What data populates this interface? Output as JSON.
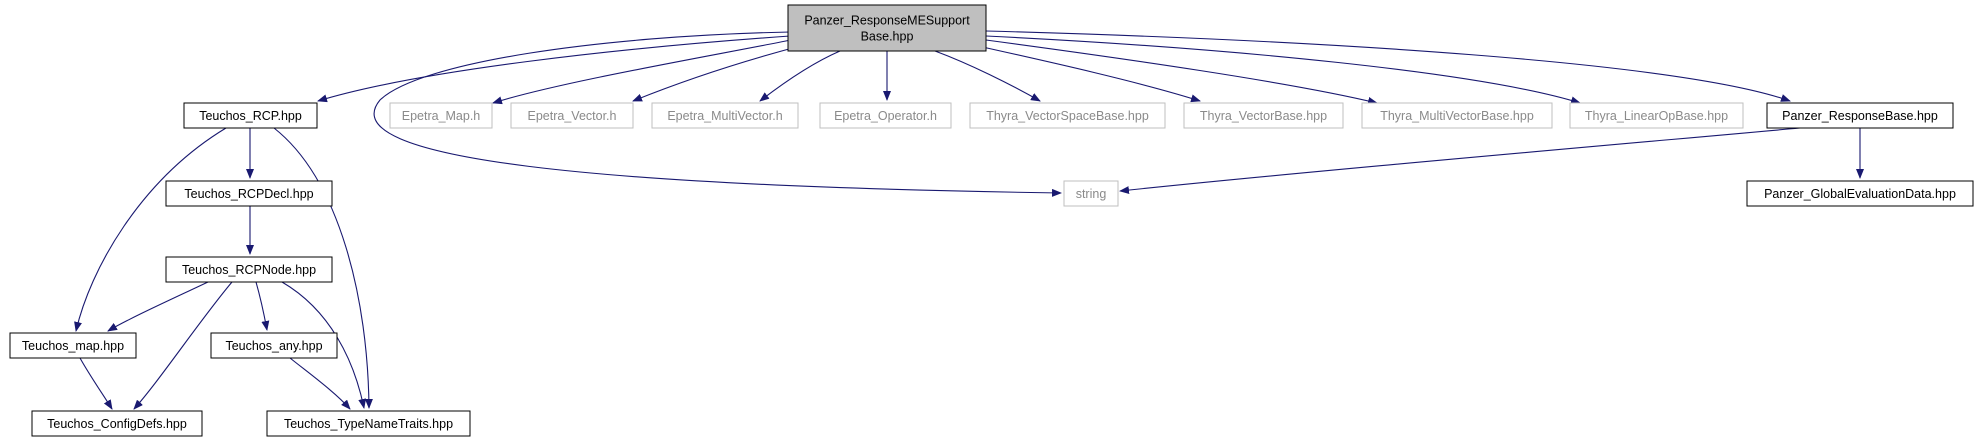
{
  "graph": {
    "nodes": {
      "root": {
        "lines": [
          "Panzer_ResponseMESupport",
          "Base.hpp"
        ],
        "style": "root"
      },
      "rcp": {
        "lines": [
          "Teuchos_RCP.hpp"
        ],
        "style": "solid"
      },
      "epetra_map": {
        "lines": [
          "Epetra_Map.h"
        ],
        "style": "external"
      },
      "epetra_vector": {
        "lines": [
          "Epetra_Vector.h"
        ],
        "style": "external"
      },
      "epetra_multivector": {
        "lines": [
          "Epetra_MultiVector.h"
        ],
        "style": "external"
      },
      "epetra_operator": {
        "lines": [
          "Epetra_Operator.h"
        ],
        "style": "external"
      },
      "thyra_vectorspacebase": {
        "lines": [
          "Thyra_VectorSpaceBase.hpp"
        ],
        "style": "external"
      },
      "thyra_vectorbase": {
        "lines": [
          "Thyra_VectorBase.hpp"
        ],
        "style": "external"
      },
      "thyra_multivectorbase": {
        "lines": [
          "Thyra_MultiVectorBase.hpp"
        ],
        "style": "external"
      },
      "thyra_linearopbase": {
        "lines": [
          "Thyra_LinearOpBase.hpp"
        ],
        "style": "external"
      },
      "responsebase": {
        "lines": [
          "Panzer_ResponseBase.hpp"
        ],
        "style": "solid"
      },
      "rcpdecl": {
        "lines": [
          "Teuchos_RCPDecl.hpp"
        ],
        "style": "solid"
      },
      "string": {
        "lines": [
          "string"
        ],
        "style": "external"
      },
      "globaleval": {
        "lines": [
          "Panzer_GlobalEvaluationData.hpp"
        ],
        "style": "solid"
      },
      "rcpnode": {
        "lines": [
          "Teuchos_RCPNode.hpp"
        ],
        "style": "solid"
      },
      "map": {
        "lines": [
          "Teuchos_map.hpp"
        ],
        "style": "solid"
      },
      "any": {
        "lines": [
          "Teuchos_any.hpp"
        ],
        "style": "solid"
      },
      "configdefs": {
        "lines": [
          "Teuchos_ConfigDefs.hpp"
        ],
        "style": "solid"
      },
      "typenametraits": {
        "lines": [
          "Teuchos_TypeNameTraits.hpp"
        ],
        "style": "solid"
      }
    },
    "edges": [
      [
        "root",
        "rcp"
      ],
      [
        "root",
        "epetra_map"
      ],
      [
        "root",
        "epetra_vector"
      ],
      [
        "root",
        "epetra_multivector"
      ],
      [
        "root",
        "epetra_operator"
      ],
      [
        "root",
        "thyra_vectorspacebase"
      ],
      [
        "root",
        "thyra_vectorbase"
      ],
      [
        "root",
        "thyra_multivectorbase"
      ],
      [
        "root",
        "thyra_linearopbase"
      ],
      [
        "root",
        "responsebase"
      ],
      [
        "root",
        "string"
      ],
      [
        "rcp",
        "rcpdecl"
      ],
      [
        "rcp",
        "map"
      ],
      [
        "rcp",
        "typenametraits"
      ],
      [
        "rcpdecl",
        "rcpnode"
      ],
      [
        "rcpnode",
        "map"
      ],
      [
        "rcpnode",
        "any"
      ],
      [
        "rcpnode",
        "configdefs"
      ],
      [
        "rcpnode",
        "typenametraits"
      ],
      [
        "map",
        "configdefs"
      ],
      [
        "any",
        "typenametraits"
      ],
      [
        "responsebase",
        "string"
      ],
      [
        "responsebase",
        "globaleval"
      ]
    ],
    "colors": {
      "edge": "#191970",
      "root_fill": "#bfbfbf",
      "external_border": "#bfbfbf",
      "external_text": "#8a8a8a",
      "solid_border": "#000000"
    }
  }
}
